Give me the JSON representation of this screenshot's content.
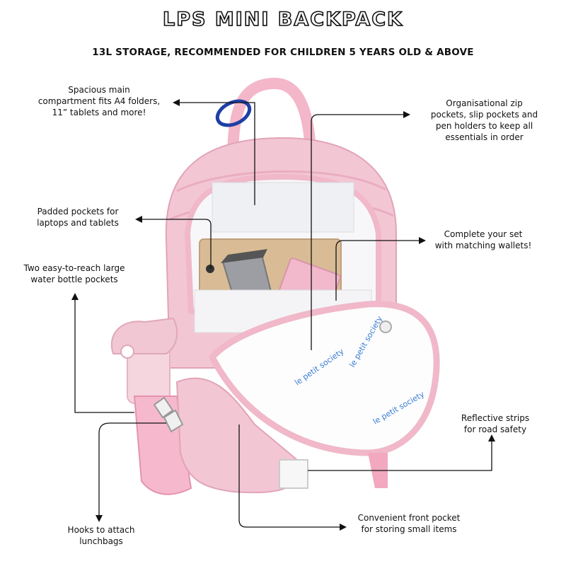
{
  "title": "LPS MINI BACKPACK",
  "subtitle": "13L STORAGE, RECOMMENDED FOR CHILDREN 5 YEARS OLD &  ABOVE",
  "callouts": {
    "main_compartment": "Spacious main\ncompartment fits A4 folders,\n11” tablets and more!",
    "padded_pockets": "Padded pockets for\nlaptops and tablets",
    "bottle_pockets": "Two easy-to-reach large\nwater bottle pockets",
    "hooks": "Hooks to attach\nlunchbags",
    "zip_pockets": "Organisational zip\npockets, slip pockets and\npen holders to keep all\nessentials in order",
    "wallets": "Complete your set\nwith matching wallets!",
    "reflective": "Reflective strips\nfor road safety",
    "front_pocket": "Convenient front pocket\nfor storing small items"
  },
  "brand_print": "le petit society",
  "colors": {
    "bag_pink": "#f3c6d4",
    "bag_shadow": "#e2a3b8",
    "lining": "#f7f7f9",
    "carabiner": "#1f3fa6",
    "line": "#111111"
  }
}
